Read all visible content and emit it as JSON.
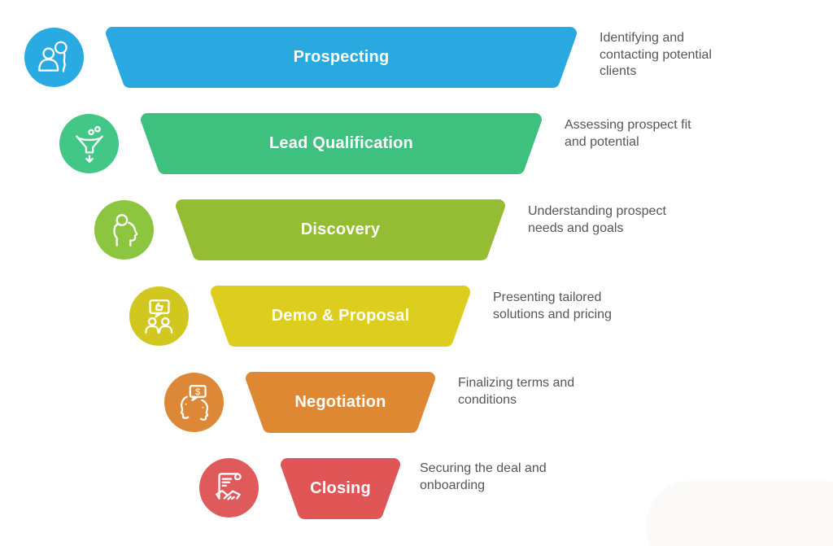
{
  "diagram": {
    "type": "sales-funnel",
    "text_color": "#55565A",
    "label_color": "#FFFFFF",
    "background": "#FFFFFF"
  },
  "stages": [
    {
      "label": "Prospecting",
      "description": "Identifying and contacting potential clients",
      "bar_color": "#29A9E0",
      "icon_color": "#29ABE2",
      "icon": "person-search-icon"
    },
    {
      "label": "Lead Qualification",
      "description": "Assessing prospect fit and potential",
      "bar_color": "#3EC07E",
      "icon_color": "#42C787",
      "icon": "lead-filter-funnel-icon"
    },
    {
      "label": "Discovery",
      "description": "Understanding prospect needs and goals",
      "bar_color": "#94BD33",
      "icon_color": "#8CC53F",
      "icon": "head-magnifier-icon"
    },
    {
      "label": "Demo & Proposal",
      "description": "Presenting tailored solutions and pricing",
      "bar_color": "#DCCD1E",
      "icon_color": "#D2C71F",
      "icon": "presentation-bubble-people-icon"
    },
    {
      "label": "Negotiation",
      "description": "Finalizing terms and conditions",
      "bar_color": "#DE8834",
      "icon_color": "#DD8836",
      "icon": "faces-dollar-chat-icon"
    },
    {
      "label": "Closing",
      "description": "Securing the deal and onboarding",
      "bar_color": "#E05656",
      "icon_color": "#E05A5C",
      "icon": "contract-handshake-icon"
    }
  ]
}
